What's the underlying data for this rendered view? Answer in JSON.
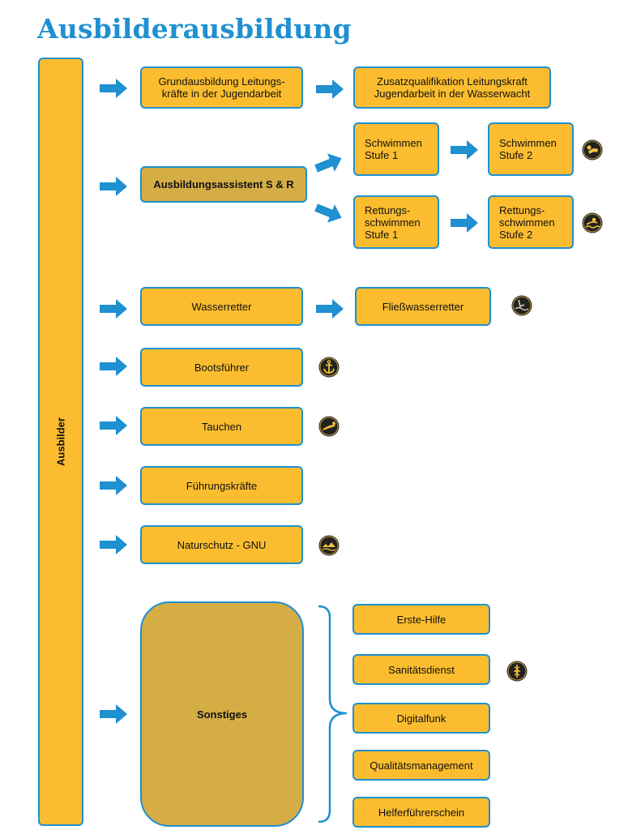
{
  "title": "Ausbilderausbildung",
  "side_label": "Ausbilder",
  "boxes": {
    "grund": "Grundausbildung Leitungs-\nkräfte in der Jugendarbeit",
    "zusatz": "Zusatzqualifikation Leitungskraft\nJugendarbeit in der Wasserwacht",
    "assistent": "Ausbildungsassistent S & R",
    "schwimmen1": "Schwimmen\nStufe 1",
    "schwimmen2": "Schwimmen\nStufe 2",
    "rett1": "Rettungs-\nschwimmen\nStufe 1",
    "rett2": "Rettungs-\nschwimmen\nStufe 2",
    "wasserretter": "Wasserretter",
    "fliess": "Fließwasserretter",
    "boots": "Bootsführer",
    "tauchen": "Tauchen",
    "fuehrung": "Führungskräfte",
    "natur": "Naturschutz - GNU",
    "sonstiges": "Sonstiges",
    "erste": "Erste-Hilfe",
    "sani": "Sanitätsdienst",
    "funk": "Digitalfunk",
    "quali": "Qualitätsmanagement",
    "helfer": "Helferführerschein"
  },
  "icons": {
    "schwimmen": "swimmer-icon",
    "rettung": "rescue-swimmer-icon",
    "fliess": "flood-rescue-icon",
    "boots": "anchor-icon",
    "tauchen": "diver-icon",
    "natur": "nature-icon",
    "sani": "caduceus-icon"
  },
  "colors": {
    "box_fill": "#fbbd2f",
    "box_dark": "#d5ad45",
    "accent_blue": "#1f90d0"
  }
}
